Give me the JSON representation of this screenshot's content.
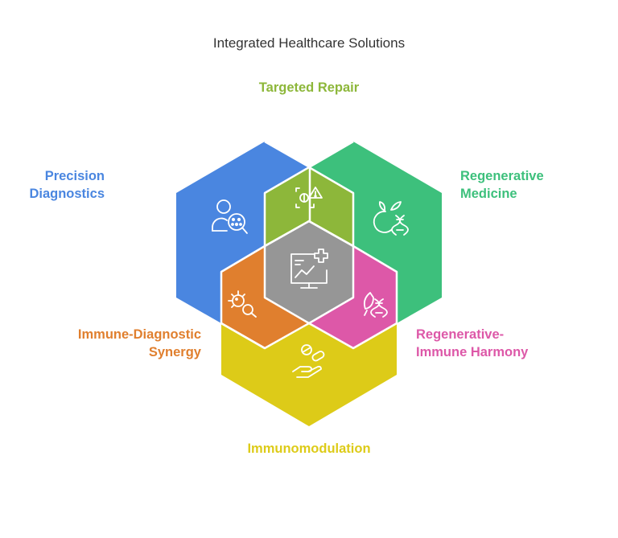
{
  "title": "Integrated Healthcare Solutions",
  "segments": {
    "targeted_repair": {
      "label": "Targeted Repair",
      "color": "#8DB73A",
      "icon": "diagnostic-warning-icon"
    },
    "precision_diagnostics": {
      "label_line1": "Precision",
      "label_line2": "Diagnostics",
      "color": "#4A86E0",
      "icon": "person-virus-search-icon"
    },
    "regenerative_medicine": {
      "label_line1": "Regenerative",
      "label_line2": "Medicine",
      "color": "#3DC07C",
      "icon": "plant-dna-icon"
    },
    "immune_diagnostic_synergy": {
      "label_line1": "Immune-Diagnostic",
      "label_line2": "Synergy",
      "color": "#E07F2E",
      "icon": "bacteria-search-icon"
    },
    "regenerative_immune_harmony": {
      "label_line1": "Regenerative-",
      "label_line2": "Immune Harmony",
      "color": "#DD58A8",
      "icon": "leaf-dna-icon"
    },
    "immunomodulation": {
      "label": "Immunomodulation",
      "color": "#DDCB18",
      "icon": "hand-pill-icon"
    },
    "center": {
      "color": "#969696",
      "icon": "monitor-medical-chart-icon"
    }
  }
}
